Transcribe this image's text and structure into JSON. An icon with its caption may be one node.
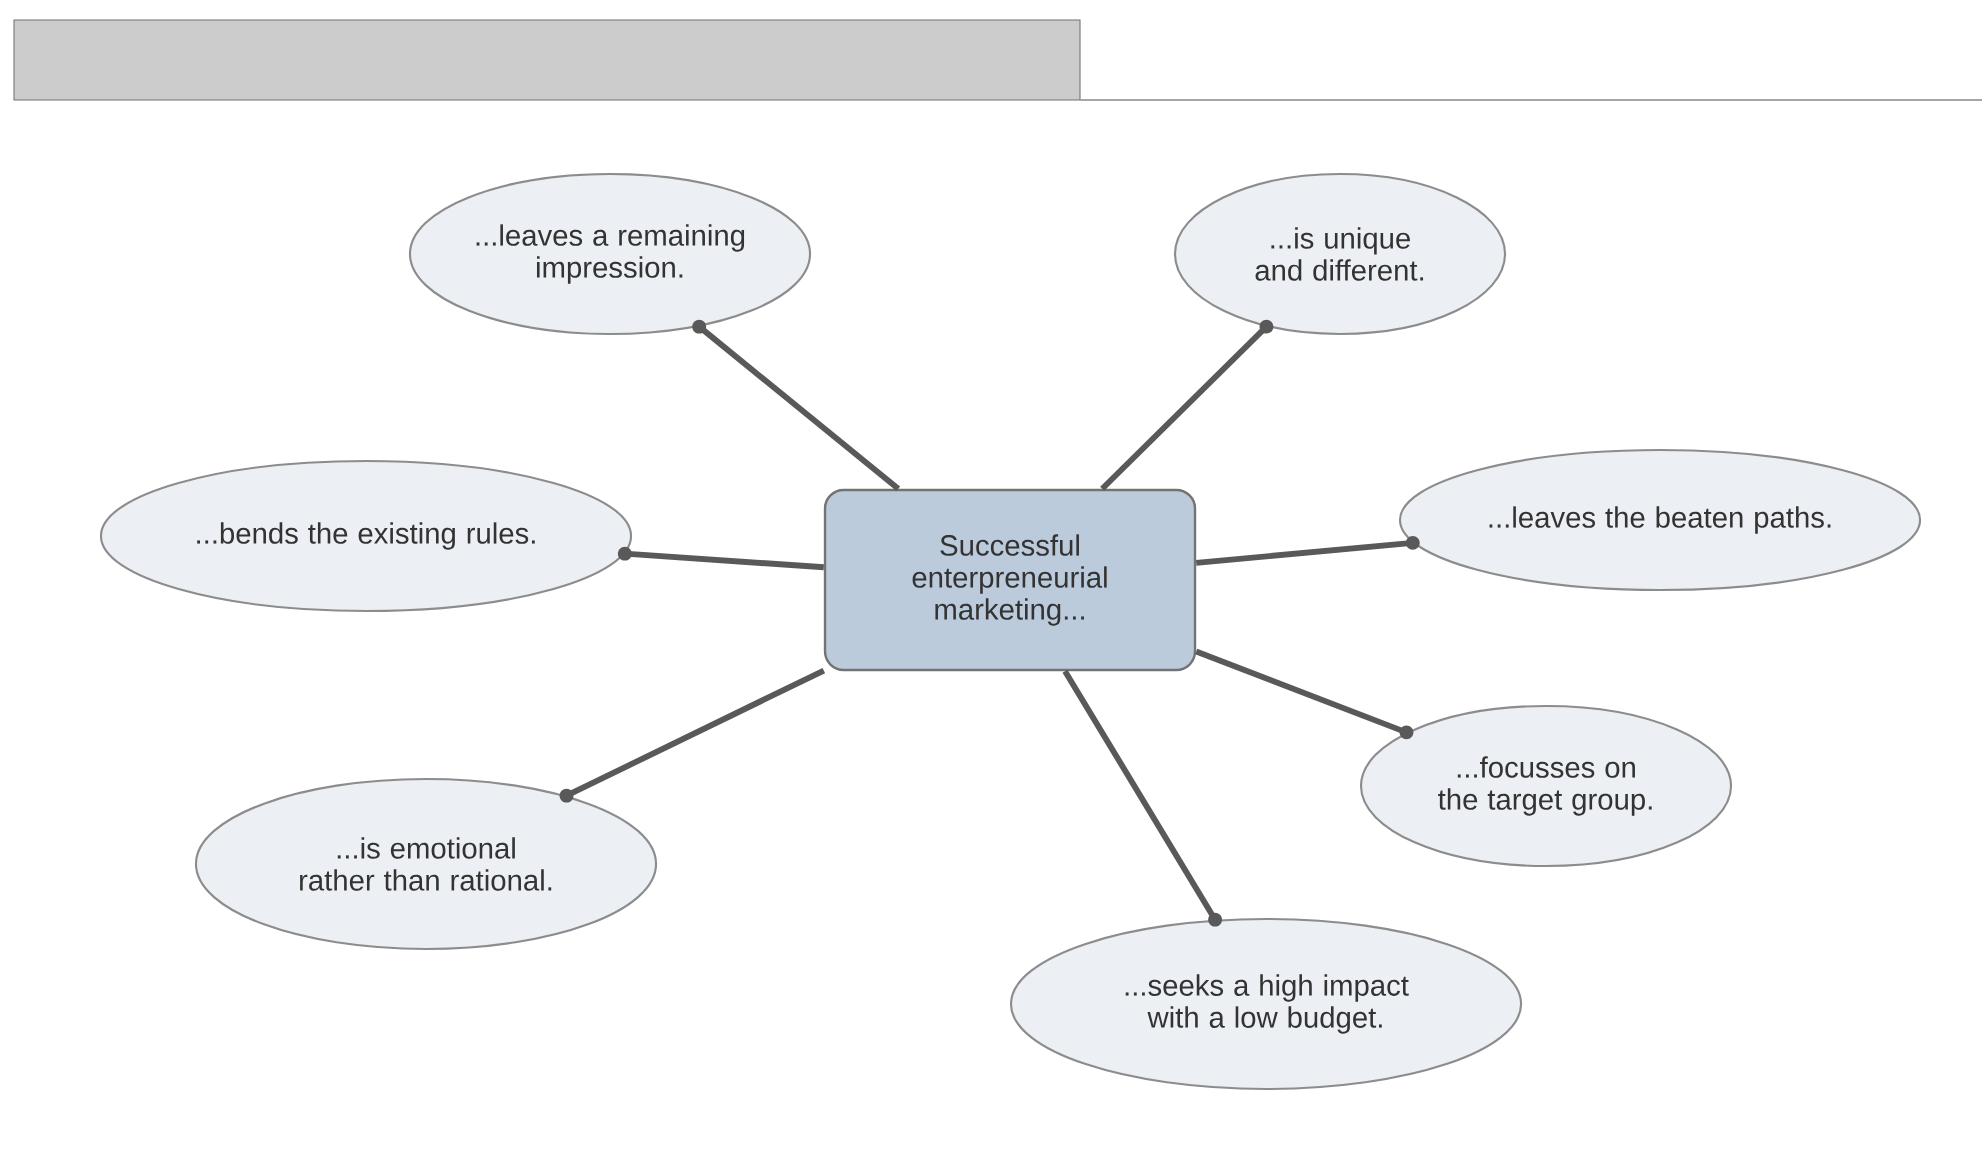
{
  "diagram": {
    "nodes": [
      {
        "text": [
          "Successful enterpreneurial marketing..."
        ]
      },
      {
        "text": [
          "...leaves a remaining impression."
        ]
      },
      {
        "text": [
          "...is unique and different."
        ]
      },
      {
        "text": [
          "...bends the existing rules."
        ]
      },
      {
        "text": [
          "...leaves the beaten paths."
        ]
      },
      {
        "text": [
          "...is emotional rather than rational."
        ]
      },
      {
        "text": [
          "...focusses on the target group."
        ]
      },
      {
        "text": [
          "...seeks a high impact with a low budget."
        ]
      }
    ],
    "edges": [
      {
        "from": 0,
        "to": 1,
        "arrow": "other"
      },
      {
        "from": 0,
        "to": 2,
        "arrow": "other"
      },
      {
        "from": 0,
        "to": 3,
        "arrow": "other"
      },
      {
        "from": 0,
        "to": 4,
        "arrow": "other"
      },
      {
        "from": 0,
        "to": 5,
        "arrow": "other"
      },
      {
        "from": 0,
        "to": 6,
        "arrow": "other"
      },
      {
        "from": 0,
        "to": 7,
        "arrow": "other"
      }
    ]
  }
}
